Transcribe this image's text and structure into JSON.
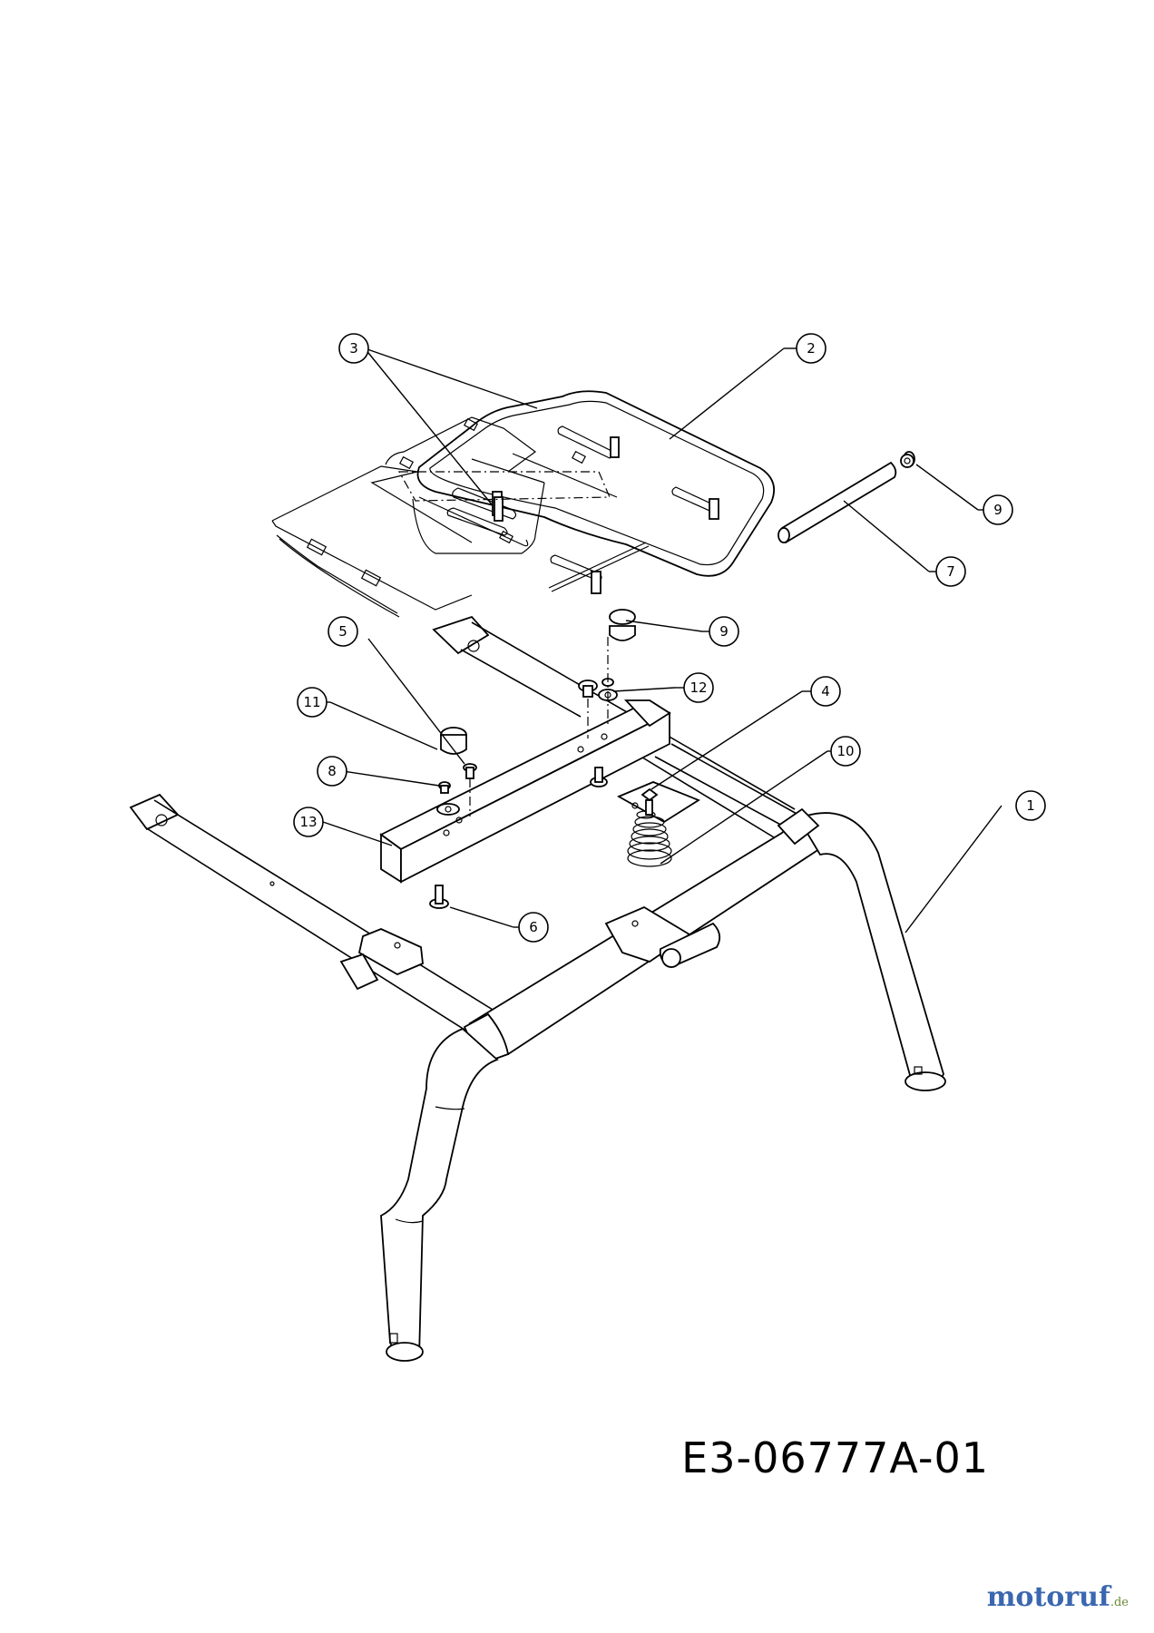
{
  "callouts": [
    {
      "id": "1",
      "label": "1"
    },
    {
      "id": "2",
      "label": "2"
    },
    {
      "id": "3",
      "label": "3"
    },
    {
      "id": "4",
      "label": "4"
    },
    {
      "id": "5",
      "label": "5"
    },
    {
      "id": "6",
      "label": "6"
    },
    {
      "id": "7",
      "label": "7"
    },
    {
      "id": "8",
      "label": "8"
    },
    {
      "id": "9a",
      "label": "9"
    },
    {
      "id": "9b",
      "label": "9"
    },
    {
      "id": "10",
      "label": "10"
    },
    {
      "id": "11",
      "label": "11"
    },
    {
      "id": "12",
      "label": "12"
    },
    {
      "id": "13",
      "label": "13"
    }
  ],
  "drawing_code": "E3-06777A-01",
  "watermark": {
    "main": "motoruf",
    "suffix": ".de"
  },
  "colors": {
    "line": "#000000",
    "background": "#ffffff",
    "watermark_blue": "#3a67b0",
    "watermark_green": "#6c8a3a"
  }
}
